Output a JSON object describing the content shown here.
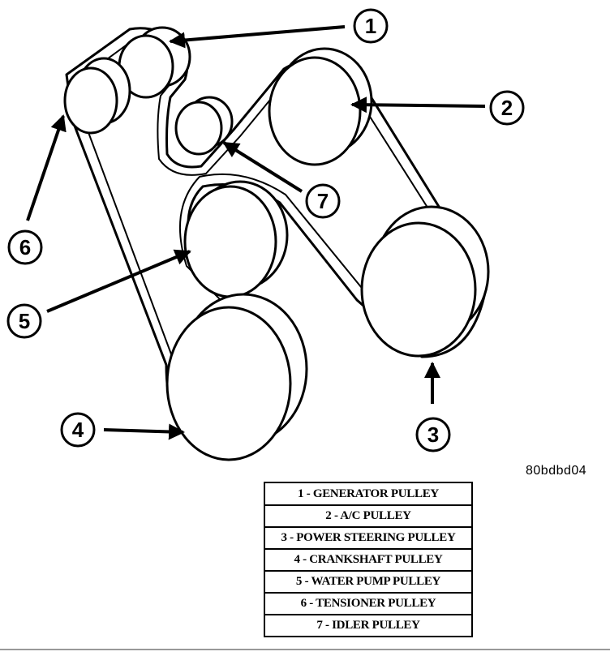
{
  "figure_id": "80bdbd04",
  "callouts": [
    "1",
    "2",
    "3",
    "4",
    "5",
    "6",
    "7"
  ],
  "legend": [
    "1 - GENERATOR PULLEY",
    "2 - A/C PULLEY",
    "3 - POWER STEERING PULLEY",
    "4 - CRANKSHAFT PULLEY",
    "5 - WATER PUMP PULLEY",
    "6 - TENSIONER PULLEY",
    "7 - IDLER PULLEY"
  ],
  "colors": {
    "ink": "#000000",
    "paper": "#ffffff"
  }
}
